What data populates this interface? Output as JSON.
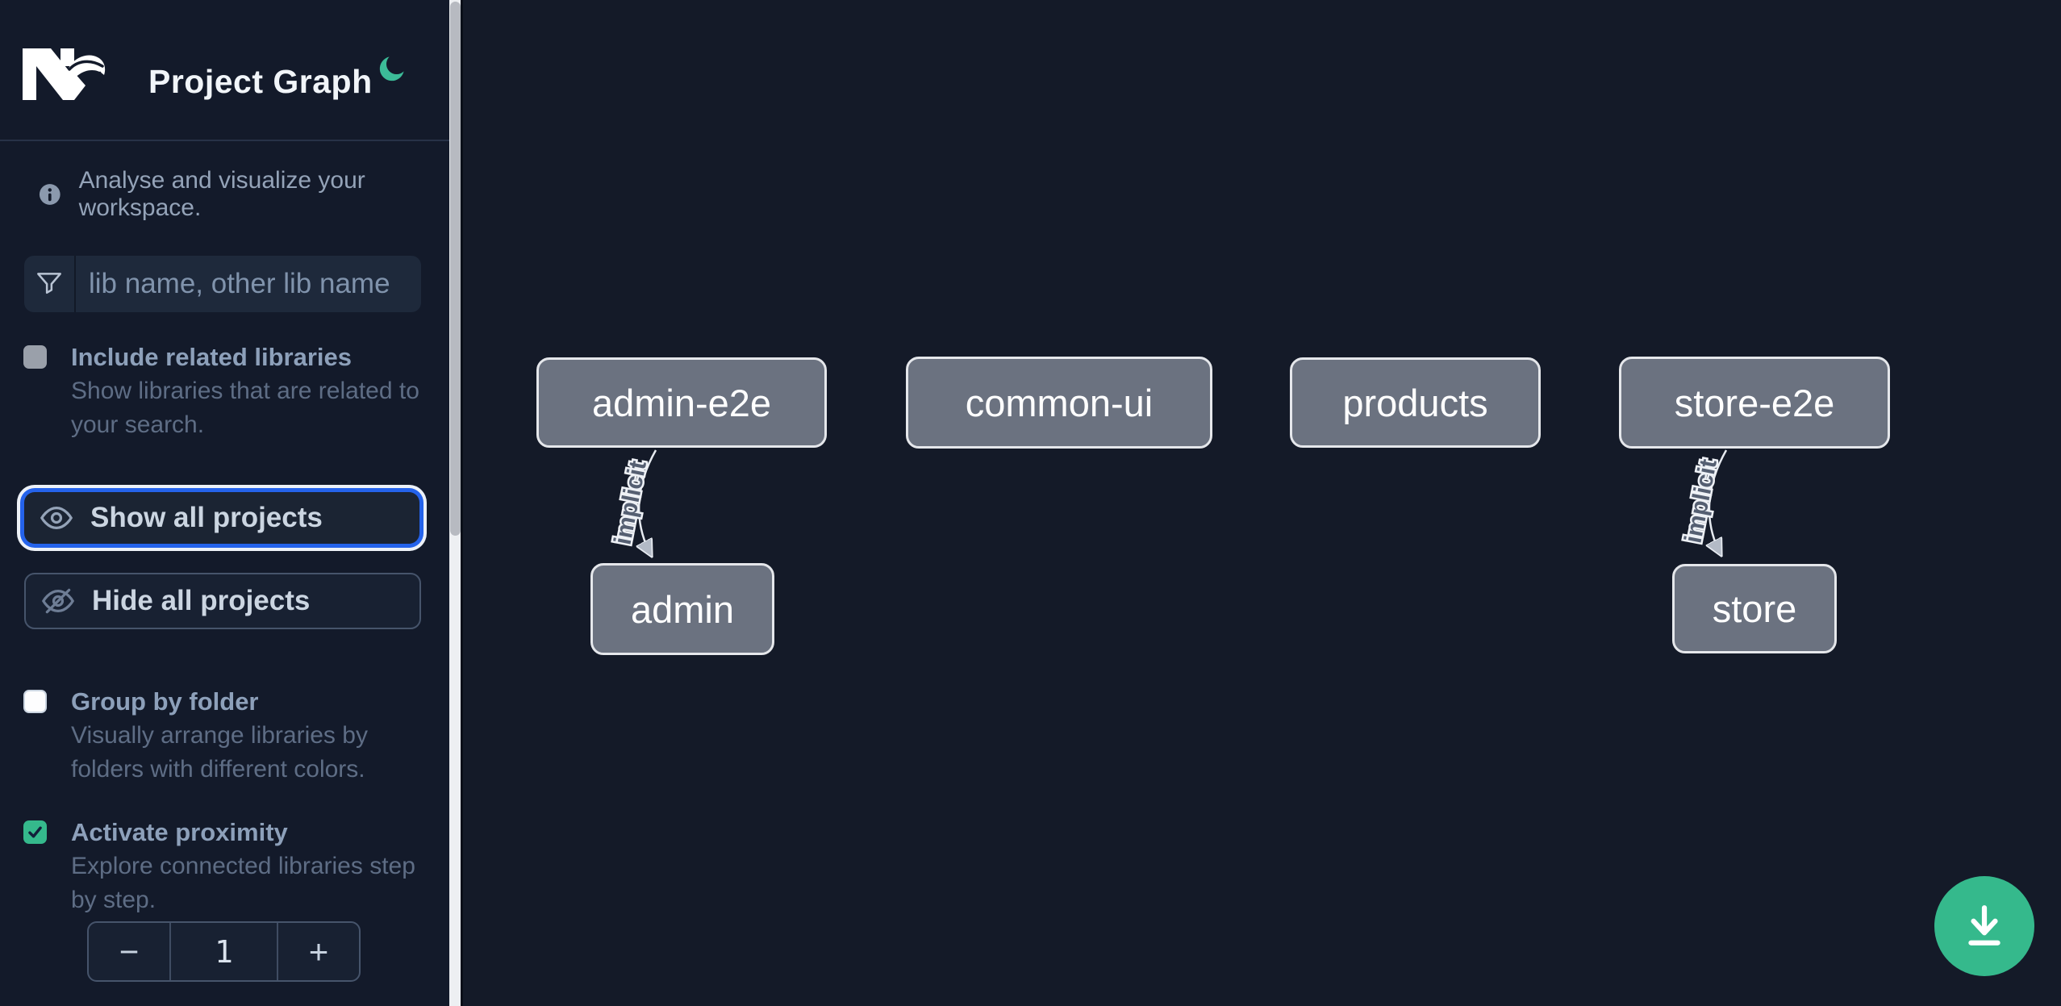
{
  "header": {
    "title": "Project Graph",
    "logo_icon": "nx-logo",
    "theme_toggle_icon": "moon"
  },
  "sidebar": {
    "tagline": "Analyse and visualize your workspace.",
    "search": {
      "placeholder": "lib name, other lib name",
      "value": "",
      "icon": "funnel"
    },
    "checkboxes": [
      {
        "label": "Include related libraries",
        "checked": false,
        "disabled": true,
        "desc_lines": [
          "Show libraries that are related to",
          "your search."
        ]
      },
      {
        "label": "Group by folder",
        "checked": false,
        "disabled": false,
        "desc_lines": [
          "Visually arrange libraries by",
          "folders with different colors."
        ]
      },
      {
        "label": "Activate proximity",
        "checked": true,
        "disabled": false,
        "desc_lines": [
          "Explore connected libraries step",
          "by step."
        ]
      }
    ],
    "buttons": [
      {
        "label": "Show all projects",
        "icon": "eye",
        "focused": true
      },
      {
        "label": "Hide all projects",
        "icon": "eye-slash",
        "focused": false
      }
    ],
    "stepper": {
      "decrement": "−",
      "value": "1",
      "increment": "+"
    }
  },
  "canvas": {
    "nodes": [
      {
        "label": "admin-e2e"
      },
      {
        "label": "common-ui"
      },
      {
        "label": "products"
      },
      {
        "label": "store-e2e"
      },
      {
        "label": "admin"
      },
      {
        "label": "store"
      }
    ],
    "edges": [
      {
        "from": "admin-e2e",
        "to": "admin",
        "label": "implicit"
      },
      {
        "from": "store-e2e",
        "to": "store",
        "label": "implicit"
      }
    ]
  },
  "fab": {
    "icon": "download"
  },
  "colors": {
    "accent_green": "#35b98c",
    "focus_blue": "#2563eb",
    "sidebar_bg": "#131a2a",
    "canvas_bg": "#141a28",
    "node_fill": "#6b7280",
    "node_border": "#e5e7eb",
    "label_text": "#8da0ba",
    "desc_text": "#5e6d85"
  }
}
